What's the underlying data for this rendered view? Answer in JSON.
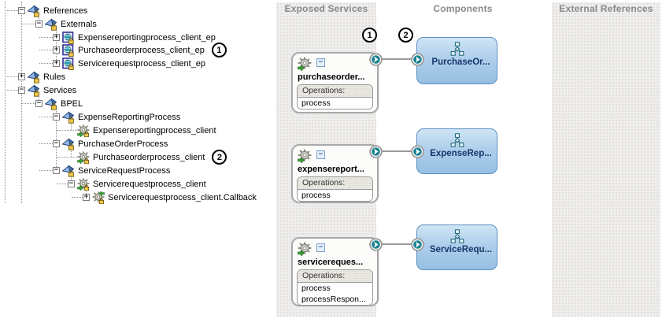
{
  "tree": {
    "rows": [
      {
        "label": "References",
        "expand": "−"
      },
      {
        "label": "Externals",
        "expand": "−"
      },
      {
        "label": "Expensereportingprocess_client_ep",
        "expand": "+"
      },
      {
        "label": "Purchaseorderprocess_client_ep",
        "expand": "+",
        "badge": "1"
      },
      {
        "label": "Servicerequestprocess_client_ep",
        "expand": "+"
      },
      {
        "label": "Rules",
        "expand": "+"
      },
      {
        "label": "Services",
        "expand": "−"
      },
      {
        "label": "BPEL",
        "expand": "−"
      },
      {
        "label": "ExpenseReportingProcess",
        "expand": "−"
      },
      {
        "label": "Expensereportingprocess_client"
      },
      {
        "label": "PurchaseOrderProcess",
        "expand": "−"
      },
      {
        "label": "Purchaseorderprocess_client",
        "badge": "2"
      },
      {
        "label": "ServiceRequestProcess",
        "expand": "−"
      },
      {
        "label": "Servicerequestprocess_client",
        "expand": "−"
      },
      {
        "label": "Servicerequestprocess_client.Callback",
        "expand": "+"
      }
    ]
  },
  "canvas": {
    "lanes": {
      "exposed": "Exposed Services",
      "components": "Components",
      "external": "External References"
    },
    "annotations": {
      "one": "1",
      "two": "2"
    },
    "groups": [
      {
        "service": "purchaseorder...",
        "ops_title": "Operations:",
        "ops": [
          "process"
        ],
        "component": "PurchaseOr..."
      },
      {
        "service": "expensereport...",
        "ops_title": "Operations:",
        "ops": [
          "process"
        ],
        "component": "ExpenseRep..."
      },
      {
        "service": "servicereques...",
        "ops_title": "Operations:",
        "ops": [
          "process",
          "processRespon..."
        ],
        "component": "ServiceRequ..."
      }
    ]
  },
  "colors": {
    "lane_bg": "#efeeec",
    "lane_header_text": "#898989",
    "component_fill_top": "#cfe5f5",
    "component_fill_bottom": "#97bfe2",
    "component_border": "#5f8fc2",
    "component_text": "#17366b",
    "port_teal": "#19818f",
    "connector_gray": "#9a9a9a",
    "lock_yellow": "#f2c84b",
    "gear_green": "#3fa53a",
    "tree_icon_blue": "#3d6fb4"
  }
}
